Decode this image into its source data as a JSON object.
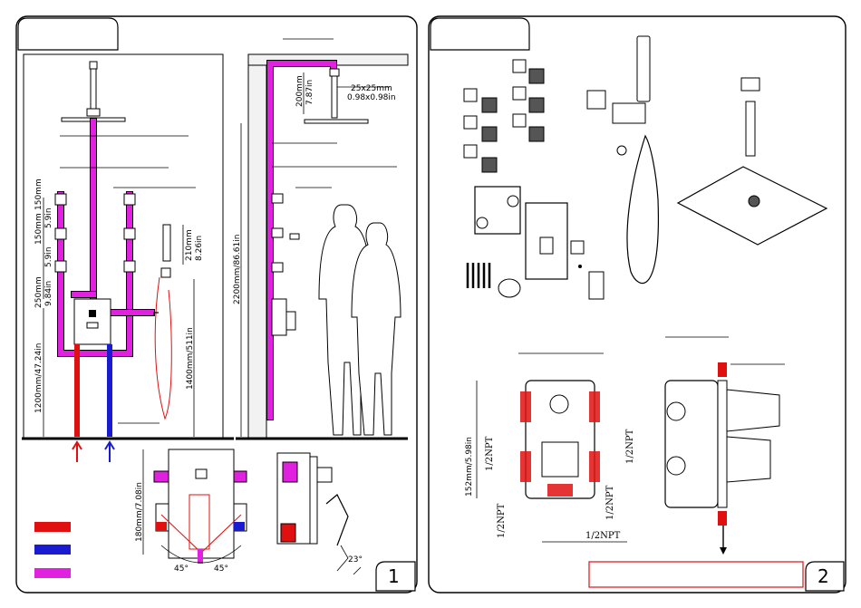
{
  "colors": {
    "hot": "#e01010",
    "cold": "#1a1ad0",
    "mixed": "#e022e0"
  },
  "page1": {
    "page_number": "1",
    "dims": {
      "spray_150mm": "150mm",
      "spray_5_9in": "5.9in",
      "spray_150mm_b": "150mm",
      "spray_5_9in_b": "5.9in",
      "valve_250mm": "250mm",
      "valve_9_84in": "9.84in",
      "floor_1200": "1200mm/47.24in",
      "hand_210mm": "210mm",
      "hand_8_26in": "8.26in",
      "hand_1400": "1400mm/511in",
      "arm_200mm": "200mm",
      "arm_7_87in": "7.87in",
      "pipe_25mm": "25x25mm",
      "pipe_098in": "0.98x0.98in",
      "total_2200": "2200mm/86.61in",
      "valve_180": "180mm/7.08in",
      "angle_left": "45°",
      "angle_right": "45°",
      "angle_23": "23°"
    }
  },
  "page2": {
    "page_number": "2",
    "dims": {
      "box_152": "152mm/5.98in",
      "npt_left": "1/2NPT",
      "npt_left_bottom": "1/2NPT",
      "npt_right": "1/2NPT",
      "npt_right_bottom": "1/2NPT",
      "npt_bottom": "1/2NPT"
    }
  }
}
